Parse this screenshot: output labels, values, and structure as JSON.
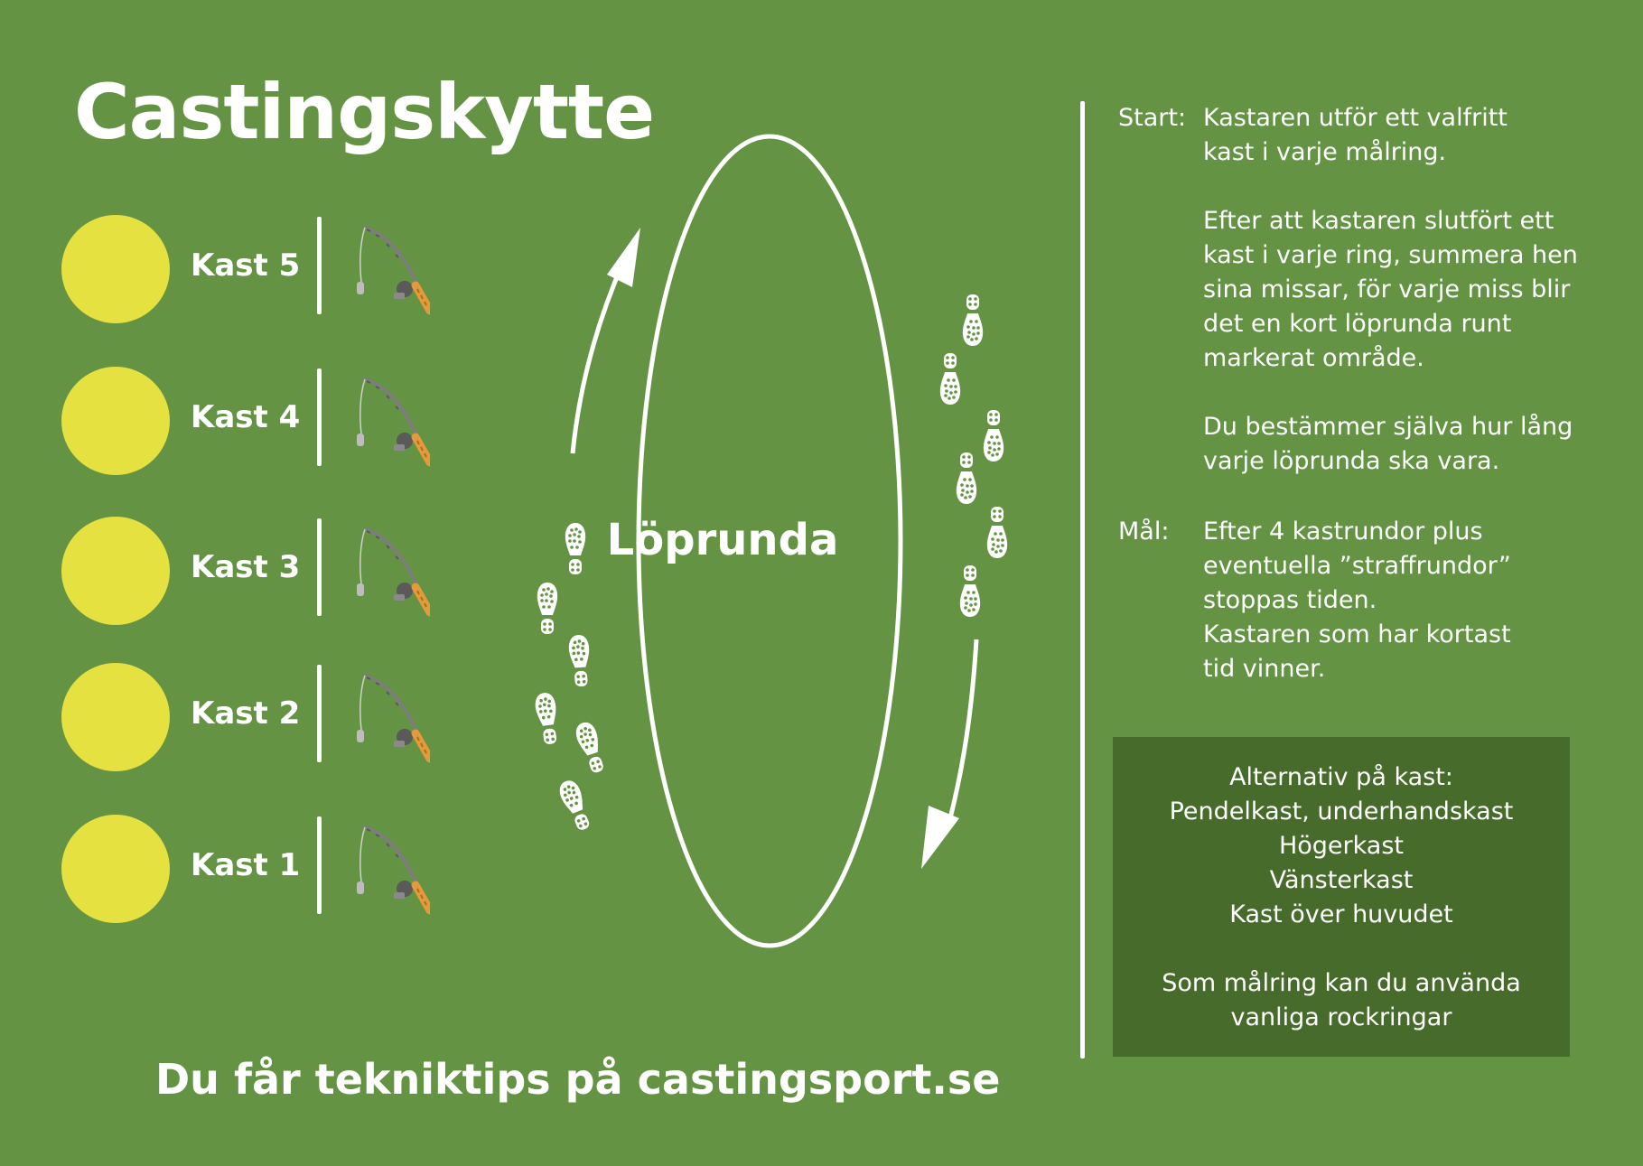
{
  "title": "Castingskytte",
  "stations": [
    {
      "label": "Kast 5"
    },
    {
      "label": "Kast 4"
    },
    {
      "label": "Kast 3"
    },
    {
      "label": "Kast 2"
    },
    {
      "label": "Kast 1"
    }
  ],
  "run": {
    "label": "Löprunda"
  },
  "rules": {
    "start_label": "Start:",
    "start_paragraphs": [
      "Kastaren utför ett valfritt kast i varje målring.",
      "Efter att kastaren slutfört ett kast i varje ring, summera hen sina missar, för varje miss blir  det en kort löprunda runt markerat område.",
      "Du bestämmer själva hur lång varje löprunda ska vara."
    ],
    "goal_label": "Mål:",
    "goal_paragraphs": [
      "Efter 4 kastrundor plus eventuella ”straffrundor” stoppas tiden.",
      "Kastaren som har kortast tid vinner."
    ]
  },
  "alternatives": {
    "heading": "Alternativ på kast:",
    "items": [
      "Pendelkast, underhandskast",
      "Högerkast",
      "Vänsterkast",
      "Kast över huvudet"
    ],
    "note_line1": "Som målring kan du använda",
    "note_line2": "vanliga rockringar"
  },
  "footer": "Du får tekniktips på castingsport.se",
  "colors": {
    "background": "#649443",
    "target": "#e4e141",
    "panel": "#476b2a",
    "line": "#ffffff"
  },
  "icons": {
    "rod": "fishing-rod-icon",
    "footprint": "footprint-icon",
    "arrow": "arrow-icon"
  }
}
